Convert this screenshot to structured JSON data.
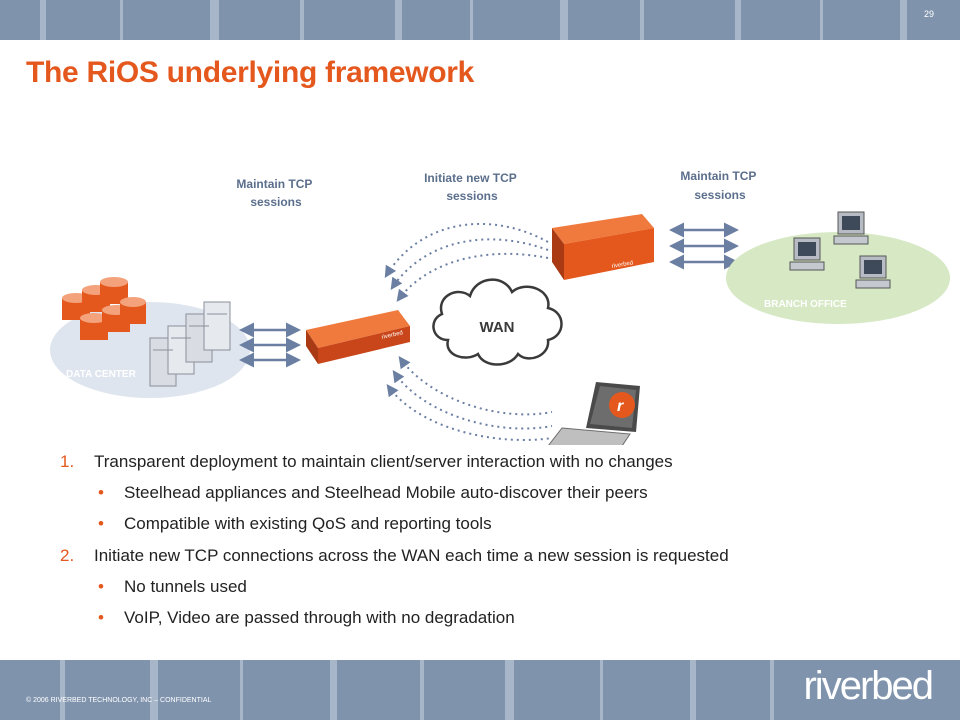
{
  "slide": {
    "number": "29",
    "title": "The RiOS underlying framework",
    "copyright": "© 2006 RIVERBED TECHNOLOGY, INC – CONFIDENTIAL",
    "logo_text": "riverbed"
  },
  "diagram": {
    "label_maintain_left": [
      "Maintain TCP",
      "sessions"
    ],
    "label_initiate": [
      "Initiate new TCP",
      "sessions"
    ],
    "label_maintain_right": [
      "Maintain TCP",
      "sessions"
    ],
    "data_center": "DATA CENTER",
    "branch_office": "BRANCH OFFICE",
    "wan": "WAN",
    "appliance_brand": "riverbed",
    "mobile_badge": "r"
  },
  "points": [
    {
      "number": "1.",
      "text": "Transparent deployment to maintain client/server interaction with no changes",
      "bullets": [
        "Steelhead appliances and Steelhead Mobile auto-discover their peers",
        "Compatible with existing QoS and reporting tools"
      ]
    },
    {
      "number": "2.",
      "text": "Initiate new TCP connections across the WAN each time a new session is requested",
      "bullets": [
        "No tunnels used",
        "VoIP, Video are passed through with no degradation"
      ]
    }
  ],
  "colors": {
    "accent": "#e4571d",
    "band": "#7f93ad",
    "label": "#5b6f8c"
  }
}
